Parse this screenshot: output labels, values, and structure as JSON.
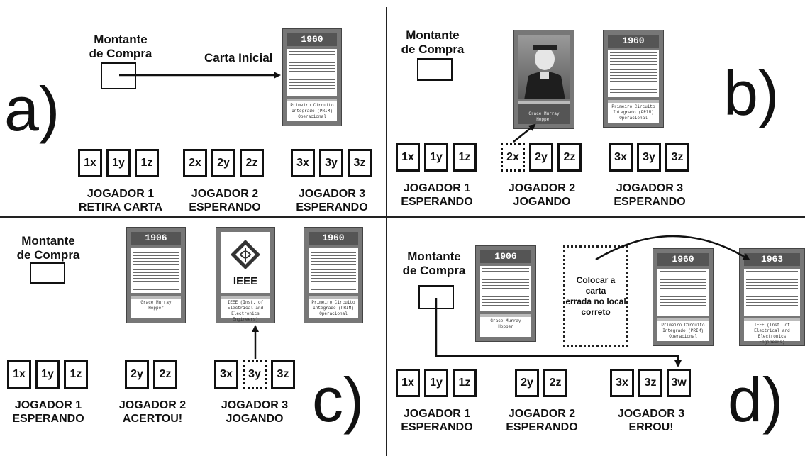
{
  "panels": {
    "a": {
      "letter": "a)",
      "pile_label": "Montante\nde Compra",
      "initial_card_label": "Carta Inicial",
      "cards": [
        {
          "year": "1960",
          "foot": "Primeiro Circuito Integrado (PRIM) Operacional"
        }
      ],
      "players": [
        {
          "cards": [
            "1x",
            "1y",
            "1z"
          ],
          "label": "JOGADOR 1\nRETIRA CARTA"
        },
        {
          "cards": [
            "2x",
            "2y",
            "2z"
          ],
          "label": "JOGADOR 2\nESPERANDO"
        },
        {
          "cards": [
            "3x",
            "3y",
            "3z"
          ],
          "label": "JOGADOR 3\nESPERANDO"
        }
      ]
    },
    "b": {
      "letter": "b)",
      "pile_label": "Montante\nde Compra",
      "cards": [
        {
          "year": "",
          "foot": "Grace Murray Hopper"
        },
        {
          "year": "1960",
          "foot": "Primeiro Circuito Integrado (PRIM) Operacional"
        }
      ],
      "players": [
        {
          "cards": [
            "1x",
            "1y",
            "1z"
          ],
          "label": "JOGADOR 1\nESPERANDO"
        },
        {
          "cards": [
            "2x",
            "2y",
            "2z"
          ],
          "label": "JOGADOR 2\nJOGANDO"
        },
        {
          "cards": [
            "3x",
            "3y",
            "3z"
          ],
          "label": "JOGADOR 3\nESPERANDO"
        }
      ]
    },
    "c": {
      "letter": "c)",
      "pile_label": "Montante\nde Compra",
      "cards": [
        {
          "year": "1906",
          "foot": "Grace Murray Hopper"
        },
        {
          "year": "",
          "logo": "IEEE",
          "foot": "IEEE (Inst. of Electrical and Electronics Engineers)"
        },
        {
          "year": "1960",
          "foot": "Primeiro Circuito Integrado (PRIM) Operacional"
        }
      ],
      "players": [
        {
          "cards": [
            "1x",
            "1y",
            "1z"
          ],
          "label": "JOGADOR 1\nESPERANDO"
        },
        {
          "cards": [
            "2y",
            "2z"
          ],
          "label": "JOGADOR 2\nACERTOU!"
        },
        {
          "cards": [
            "3x",
            "3y",
            "3z"
          ],
          "label": "JOGADOR 3\nJOGANDO"
        }
      ]
    },
    "d": {
      "letter": "d)",
      "pile_label": "Montante\nde Compra",
      "slot_text": "Colocar a carta\nerrada no local\ncorreto",
      "cards": [
        {
          "year": "1906",
          "foot": "Grace Murray Hopper"
        },
        {
          "year": "1960",
          "foot": "Primeiro Circuito Integrado (PRIM) Operacional"
        },
        {
          "year": "1963",
          "foot": "IEEE (Inst. of Electrical and Electronics Engineers)"
        }
      ],
      "players": [
        {
          "cards": [
            "1x",
            "1y",
            "1z"
          ],
          "label": "JOGADOR 1\nESPERANDO"
        },
        {
          "cards": [
            "2y",
            "2z"
          ],
          "label": "JOGADOR 2\nESPERANDO"
        },
        {
          "cards": [
            "3x",
            "3z",
            "3w"
          ],
          "label": "JOGADOR 3\nERROU!"
        }
      ]
    }
  }
}
